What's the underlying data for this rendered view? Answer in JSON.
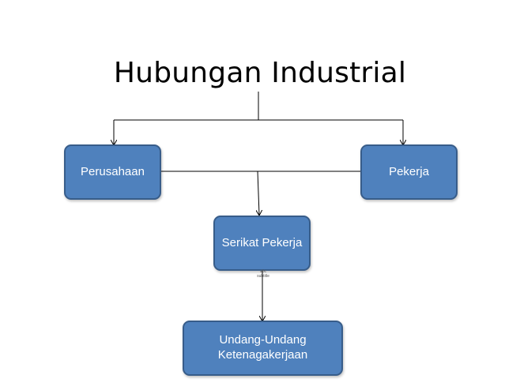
{
  "title": "Hubungan Industrial",
  "nodes": {
    "perusahaan": "Perusahaan",
    "pekerja": "Pekerja",
    "serikat": "Serikat Pekerja",
    "uu_line1": "Undang-Undang",
    "uu_line2": "Ketenagakerjaan"
  },
  "tiny_label": {
    "line1": "abc",
    "line2": "subtitle"
  },
  "colors": {
    "node_fill": "#4f81bd",
    "node_border": "#385d8a",
    "line": "#000000"
  }
}
